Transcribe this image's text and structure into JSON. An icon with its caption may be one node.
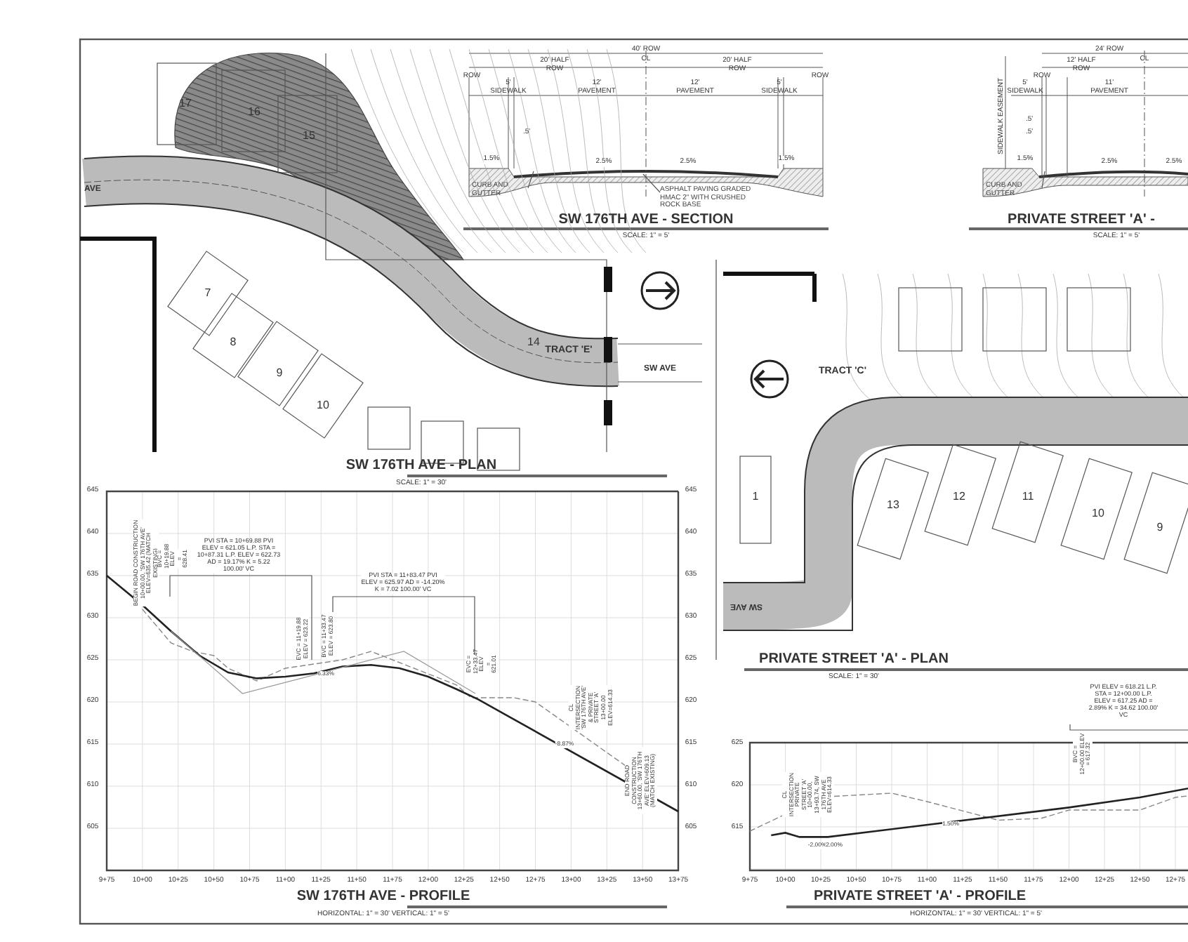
{
  "diagram": {
    "nodes": [
      {
        "text": [
          "CURB AND GUTTER"
        ]
      },
      {
        "text": [
          "ASPHALT PAVING GRADED HMAC 2\" WITH CRUSHED ROCK BASE"
        ]
      },
      {
        "text": [
          "CURB AND GUTTER"
        ]
      }
    ],
    "edges": [
      {
        "from": 0,
        "to": null,
        "arrow": "none"
      },
      {
        "from": 1,
        "to": null,
        "arrow": "none"
      },
      {
        "from": 2,
        "to": null,
        "arrow": "none"
      }
    ],
    "labels": [
      "40' ROW",
      "CL",
      "20' HALF ROW",
      "20' HALF ROW",
      "ROW",
      "ROW",
      "5' SIDEWALK",
      "12' PAVEMENT",
      "12' PAVEMENT",
      "5' SIDEWALK",
      ".5'",
      "1.5%",
      "2.5%",
      "2.5%",
      "1.5%",
      "SW 176TH AVE - SECTION",
      "SCALE: 1\" = 5'",
      "24' ROW",
      "CL",
      "12' HALF ROW",
      "ROW",
      "SIDEWALK EASEMENT",
      "5' SIDEWALK",
      "11' PAVEMENT",
      ".5'",
      ".5'",
      "1.5%",
      "2.5%",
      "2.5%",
      "PRIVATE STREET 'A' -",
      "SCALE: 1\" = 5'",
      "17",
      "16",
      "15",
      "14",
      "7",
      "8",
      "9",
      "10",
      "TRACT 'E'",
      "SW AVE",
      "AVE",
      "SW 176TH AVE - PLAN",
      "SCALE: 1\" = 30'",
      "TRACT 'C'",
      "1",
      "13",
      "12",
      "11",
      "10",
      "9",
      "SW AVE",
      "PRIVATE STREET 'A' - PLAN",
      "SCALE: 1\" = 30'",
      "645",
      "640",
      "635",
      "630",
      "625",
      "620",
      "615",
      "610",
      "605",
      "645",
      "640",
      "635",
      "630",
      "625",
      "620",
      "615",
      "610",
      "605",
      "9+75",
      "10+00",
      "10+25",
      "10+50",
      "10+75",
      "11+00",
      "11+25",
      "11+50",
      "11+75",
      "12+00",
      "12+25",
      "12+50",
      "12+75",
      "13+00",
      "13+25",
      "13+50",
      "13+75",
      "BEGIN ROAD CONSTRUCTION 10+00.00, 'SW 176TH AVE' ELEV=635.42 (MATCH EXISTING)",
      "BVC = 10+19.88 ELEV = 628.41",
      "PVI STA = 10+69.88 PVI ELEV = 621.05 L.P. STA = 10+87.31 L.P. ELEV = 622.73 AD = 19.17% K = 5.22 100.00' VC",
      "EVC = 11+19.88 ELEV = 623.22",
      "BVC = 11+33.47 ELEV = 623.80",
      "6.33%",
      "PVI STA = 11+83.47 PVI ELEV = 625.97 AD = -14.20% K = 7.02 100.00' VC",
      "EVC = 12+33.47 ELEV = 621.01",
      "CL INTERSECTION 'SW 176TH AVE' & PRIVATE STREET 'A' 13+00.00 ELEV=614.33",
      "-8.87%",
      "END ROAD CONSTRUCTION 13+60.00, 'SW 176TH AVE' ELEV=609.13 (MATCH EXISTING)",
      "SW 176TH AVE - PROFILE",
      "HORIZONTAL: 1\" = 30' VERTICAL: 1\" = 5'",
      "625",
      "620",
      "615",
      "9+75",
      "10+00",
      "10+25",
      "10+50",
      "10+75",
      "11+00",
      "11+25",
      "11+50",
      "11+75",
      "12+00",
      "12+25",
      "12+50",
      "12+75",
      "CL INTERSECTION PRIVATE STREET 'A' 10+00.00, 13+93.74, SW 176TH AVE ELEV=614.33",
      "-2.00%",
      "2.00%",
      "1.50%",
      "BVC = 12+00.00 ELEV = 617.32",
      "PVI ELEV = 618.21 L.P. STA = 12+00.00 L.P. ELEV = 617.25 AD = 2.89% K = 34.62 100.00' VC",
      "PRIVATE STREET 'A' - PROFILE",
      "HORIZONTAL: 1\" = 30' VERTICAL: 1\" = 5'"
    ]
  }
}
